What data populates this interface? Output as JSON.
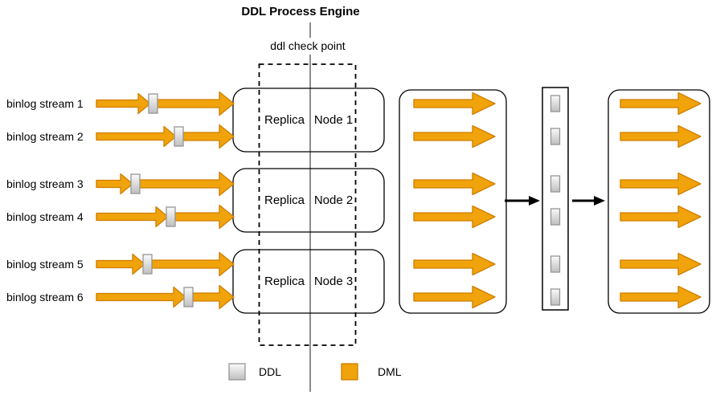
{
  "title": "DDL Process Engine",
  "checkpoint_label": "ddl check point",
  "streams": [
    {
      "label": "binlog stream 1",
      "ddl_offset": 0.38
    },
    {
      "label": "binlog stream 2",
      "ddl_offset": 0.57
    },
    {
      "label": "binlog stream 3",
      "ddl_offset": 0.25
    },
    {
      "label": "binlog stream 4",
      "ddl_offset": 0.51
    },
    {
      "label": "binlog stream 5",
      "ddl_offset": 0.34
    },
    {
      "label": "binlog stream 6",
      "ddl_offset": 0.64
    }
  ],
  "nodes": [
    {
      "replica_label": "Replica",
      "node_label": "Node 1"
    },
    {
      "replica_label": "Replica",
      "node_label": "Node 2"
    },
    {
      "replica_label": "Replica",
      "node_label": "Node 3"
    }
  ],
  "legend": {
    "ddl_label": "DDL",
    "dml_label": "DML"
  },
  "colors": {
    "dml_fill": "#F0A30A",
    "dml_stroke": "#D07E00",
    "ddl_fill_light": "#FAFAFA",
    "ddl_fill_dark": "#BFBFBF",
    "ddl_stroke": "#969696",
    "checkpoint_line": "#666666",
    "shape_stroke": "#000000",
    "flow_arrow": "#000000"
  }
}
